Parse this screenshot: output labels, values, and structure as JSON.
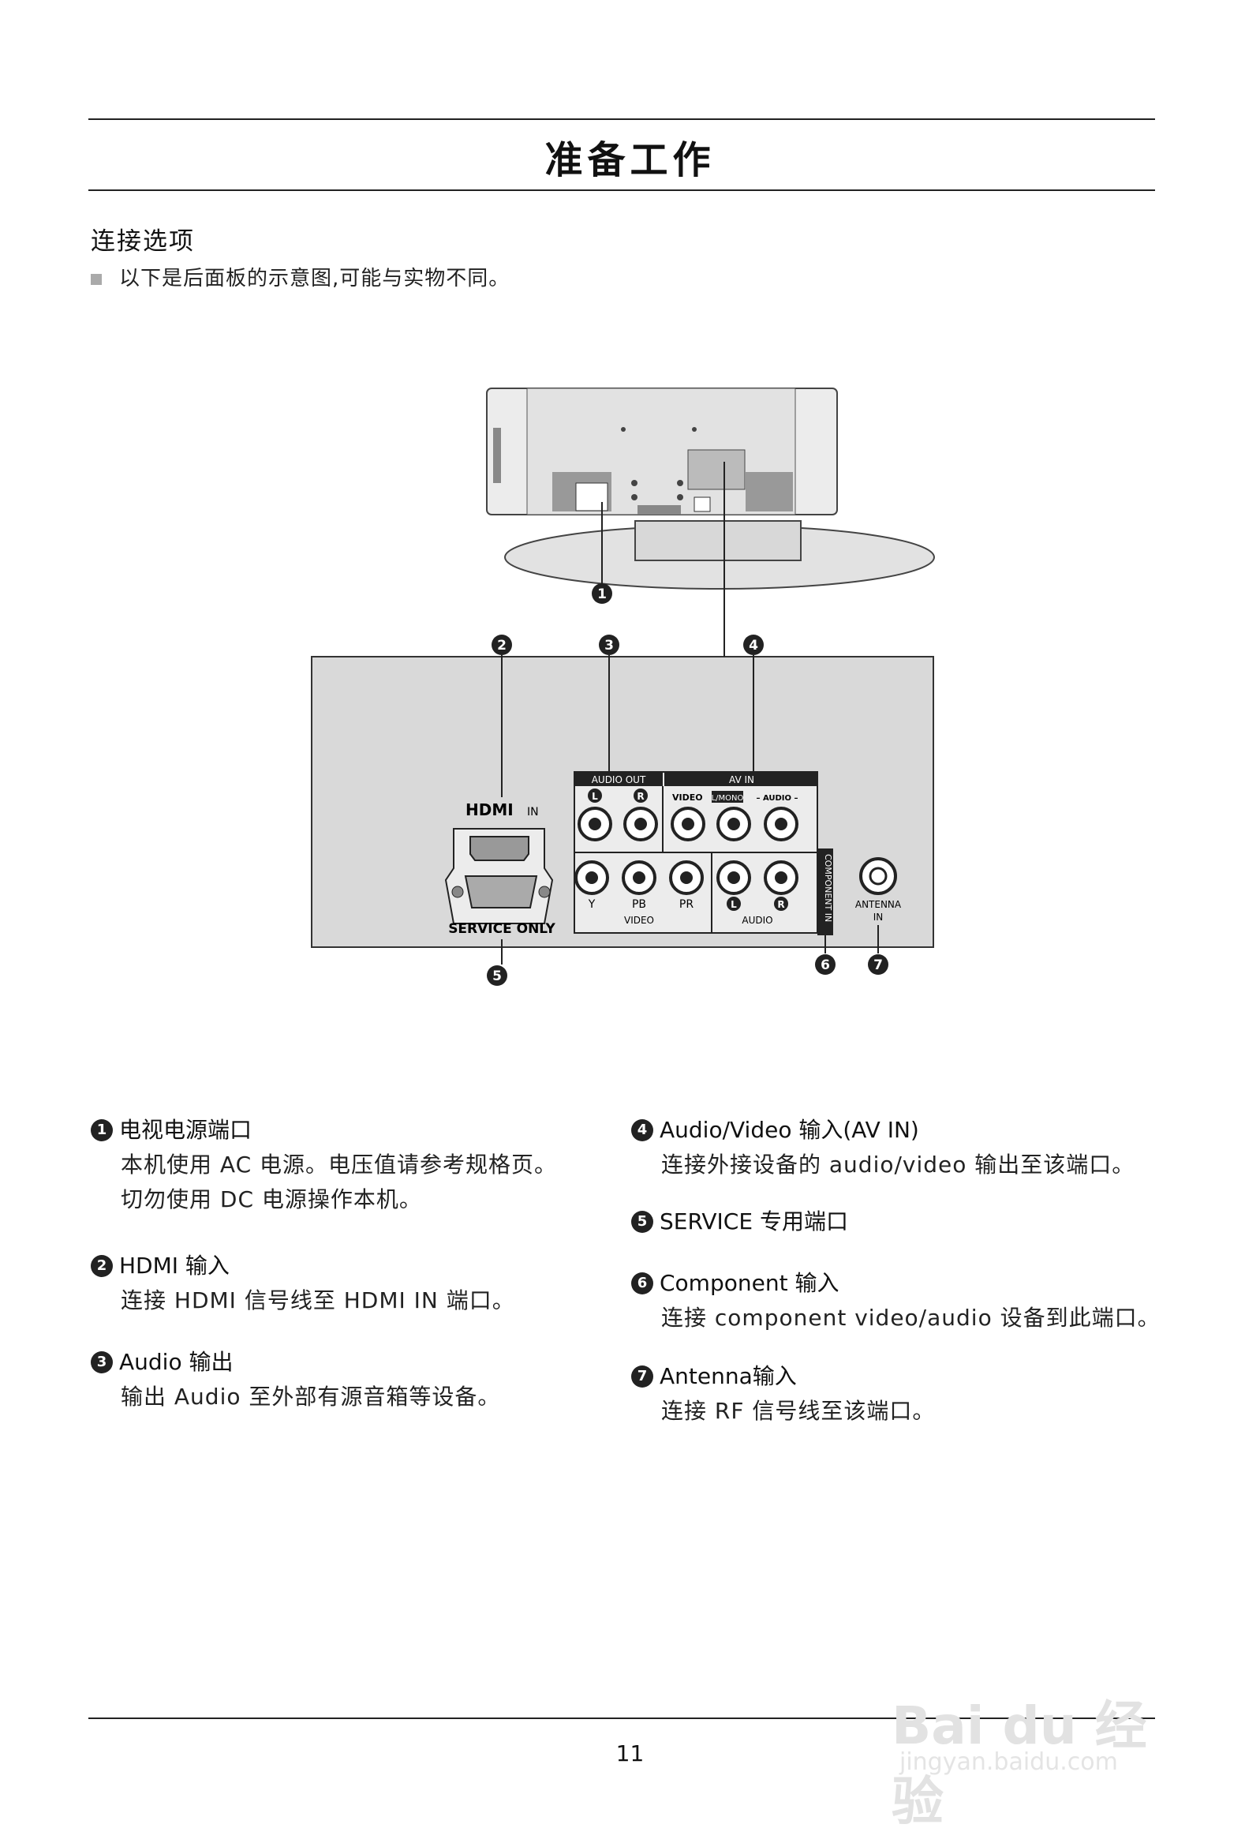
{
  "header": {
    "title": "准备工作"
  },
  "section": {
    "title": "连接选项",
    "note": "以下是后面板的示意图,可能与实物不同。"
  },
  "diagram": {
    "callouts": [
      "1",
      "2",
      "3",
      "4",
      "5",
      "6",
      "7"
    ],
    "labels": {
      "audio_out": "AUDIO OUT",
      "av_in": "AV IN",
      "video": "VIDEO",
      "lmono": "L/MONO",
      "audio_dash": "– AUDIO –",
      "hdmi": "HDMI",
      "hdmi_in": "IN",
      "service_only": "SERVICE ONLY",
      "y": "Y",
      "pb": "PB",
      "pr": "PR",
      "video_bottom": "VIDEO",
      "audio_bottom": "AUDIO",
      "component_in": "COMPONENT IN",
      "antenna": "ANTENNA",
      "antenna_in": "IN",
      "l": "L",
      "r": "R"
    }
  },
  "items": [
    {
      "num": "1",
      "title": "电视电源端口",
      "lines": [
        "本机使用 AC 电源。电压值请参考规格页。",
        "切勿使用 DC 电源操作本机。"
      ]
    },
    {
      "num": "2",
      "title": "HDMI 输入",
      "lines": [
        "连接 HDMI 信号线至 HDMI IN 端口。"
      ]
    },
    {
      "num": "3",
      "title": "Audio 输出",
      "lines": [
        "输出 Audio 至外部有源音箱等设备。"
      ]
    },
    {
      "num": "4",
      "title": "Audio/Video 输入(AV IN)",
      "lines": [
        "连接外接设备的 audio/video 输出至该端口。"
      ]
    },
    {
      "num": "5",
      "title": "SERVICE 专用端口",
      "lines": []
    },
    {
      "num": "6",
      "title": "Component 输入",
      "lines": [
        "连接 component video/audio 设备到此端口。"
      ]
    },
    {
      "num": "7",
      "title": "Antenna输入",
      "lines": [
        "连接 RF 信号线至该端口。"
      ]
    }
  ],
  "footer": {
    "page_number": "11"
  },
  "watermark": {
    "brand": "Bai du 经验",
    "url": "jingyan.baidu.com"
  }
}
